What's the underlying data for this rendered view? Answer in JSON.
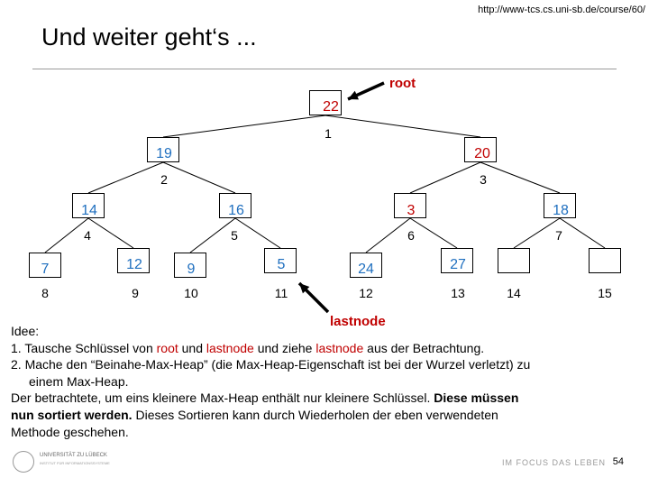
{
  "header": {
    "url": "http://www-tcs.cs.uni-sb.de/course/60/",
    "title": "Und weiter geht‘s ..."
  },
  "colors": {
    "red": "#c00000",
    "blue": "#1f6fbf",
    "black": "#000000"
  },
  "tree": {
    "nodes": [
      {
        "key": "22",
        "index": "1",
        "key_color": "red"
      },
      {
        "key": "20",
        "index": "3",
        "key_color": "red"
      },
      {
        "key": "19",
        "index": "2",
        "key_color": "blue"
      },
      {
        "key": "14",
        "index": "4",
        "key_color": "blue"
      },
      {
        "key": "16",
        "index": "5",
        "key_color": "blue"
      },
      {
        "key": "3",
        "index": "6",
        "key_color": "red"
      },
      {
        "key": "18",
        "index": "7",
        "key_color": "blue"
      },
      {
        "key": "7",
        "index": "8",
        "key_color": "blue"
      },
      {
        "key": "12",
        "index": "9",
        "key_color": "blue"
      },
      {
        "key": "9",
        "index": "10",
        "key_color": "blue"
      },
      {
        "key": "5",
        "index": "11",
        "key_color": "blue"
      },
      {
        "key": "24",
        "index": "12",
        "key_color": "blue"
      },
      {
        "key": "27",
        "index": "13",
        "key_color": "blue"
      },
      {
        "key": "",
        "index": "14",
        "key_color": "blue"
      },
      {
        "key": "",
        "index": "15",
        "key_color": "blue"
      }
    ],
    "root_label": "root",
    "lastnode_label": "lastnode"
  },
  "body_text": {
    "idee": "Idee:",
    "item1_prefix": "1. Tausche Schlüssel von ",
    "item1_root": "root",
    "item1_mid": " und ",
    "item1_last1": "lastnode",
    "item1_mid2": " und ziehe ",
    "item1_last2": "lastnode",
    "item1_suffix": " aus der Betrachtung.",
    "item2_line1": "2. Mache den “Beinahe-Max-Heap” (die Max-Heap-Eigenschaft ist bei der Wurzel verletzt) zu",
    "item2_line2": "einem Max-Heap.",
    "para_line1_a": "Der betrachtete, um eins kleinere Max-Heap enthält nur kleinere Schlüssel. ",
    "para_line1_b": "Diese müssen",
    "para_line2_a": "nun sortiert werden.",
    "para_line2_b": " Dieses Sortieren kann durch Wiederholen der eben verwendeten",
    "para_line3": "Methode geschehen."
  },
  "footer": {
    "logo_line1": "UNIVERSITÄT ZU LÜBECK",
    "logo_line2": "INSTITUT FÜR INFORMATIONSSYSTEME",
    "slogan": "IM FOCUS DAS LEBEN",
    "page_number": "54"
  }
}
